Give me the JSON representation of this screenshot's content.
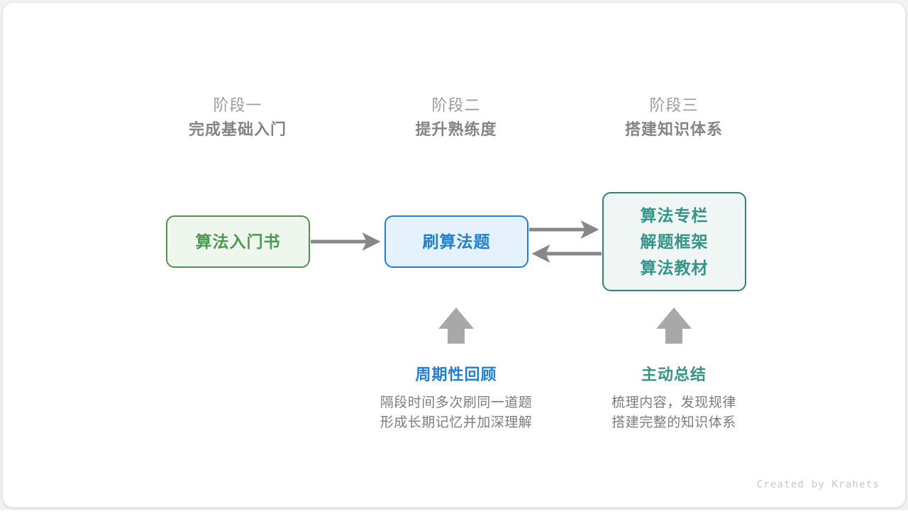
{
  "stages": [
    {
      "top_label": "阶段一",
      "sub_label": "完成基础入门"
    },
    {
      "top_label": "阶段二",
      "sub_label": "提升熟练度"
    },
    {
      "top_label": "阶段三",
      "sub_label": "搭建知识体系"
    }
  ],
  "nodes": {
    "book": {
      "lines": [
        "算法入门书"
      ],
      "color": "#4a9a4e",
      "border": "#53904f",
      "fill": "#eff6ee"
    },
    "practice": {
      "lines": [
        "刷算法题"
      ],
      "color": "#1f7fd0",
      "border": "#1f80d8",
      "fill": "#e5f1fc"
    },
    "resources": {
      "lines": [
        "算法专栏",
        "解题框架",
        "算法教材"
      ],
      "color": "#35938a",
      "border": "#2f8379",
      "fill": "#eff6f4"
    }
  },
  "annotations": [
    {
      "title": "周期性回顾",
      "title_color": "#1f7fd0",
      "lines": [
        "隔段时间多次刷同一道题",
        "形成长期记忆并加深理解"
      ]
    },
    {
      "title": "主动总结",
      "title_color": "#35938a",
      "lines": [
        "梳理内容，发现规律",
        "搭建完整的知识体系"
      ]
    }
  ],
  "connectors": {
    "arrow_color": "#878787",
    "up_arrow_color": "#a8a8a8"
  },
  "footer": {
    "credit": "Created by Krahets"
  },
  "chart_data": {
    "type": "diagram",
    "title": "算法学习路线三阶段流程图",
    "stages": [
      "阶段一 完成基础入门",
      "阶段二 提升熟练度",
      "阶段三 搭建知识体系"
    ],
    "nodes": [
      "算法入门书",
      "刷算法题",
      "算法专栏 / 解题框架 / 算法教材"
    ],
    "edges": [
      {
        "from": "算法入门书",
        "to": "刷算法题",
        "type": "arrow-right"
      },
      {
        "from": "刷算法题",
        "to": "算法专栏/解题框架/算法教材",
        "type": "arrow-right"
      },
      {
        "from": "算法专栏/解题框架/算法教材",
        "to": "刷算法题",
        "type": "arrow-left"
      },
      {
        "from": "周期性回顾",
        "to": "刷算法题",
        "type": "arrow-up"
      },
      {
        "from": "主动总结",
        "to": "算法专栏/解题框架/算法教材",
        "type": "arrow-up"
      }
    ]
  }
}
